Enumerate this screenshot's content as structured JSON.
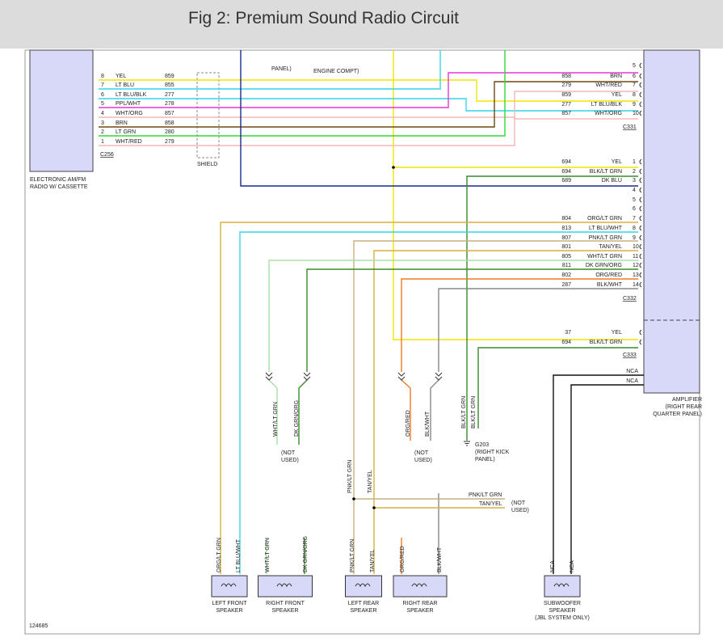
{
  "header": {
    "title": "Fig 2: Premium Sound Radio Circuit"
  },
  "radio": {
    "label_line1": "ELECTRONIC AM/FM",
    "label_line2": "RADIO W/ CASSETTE",
    "connector": "C256",
    "shield_label": "SHIELD",
    "pins": [
      {
        "pin": "8",
        "color": "YEL",
        "circuit": "859"
      },
      {
        "pin": "7",
        "color": "LT BLU",
        "circuit": "855"
      },
      {
        "pin": "6",
        "color": "LT BLU/BLK",
        "circuit": "277"
      },
      {
        "pin": "5",
        "color": "PPL/WHT",
        "circuit": "278"
      },
      {
        "pin": "4",
        "color": "WHT/ORG",
        "circuit": "857"
      },
      {
        "pin": "3",
        "color": "BRN",
        "circuit": "858"
      },
      {
        "pin": "2",
        "color": "LT GRN",
        "circuit": "280"
      },
      {
        "pin": "1",
        "color": "WHT/RED",
        "circuit": "279"
      }
    ]
  },
  "top_labels": {
    "panel": "PANEL)",
    "engine": "ENGINE COMPT)"
  },
  "c331": {
    "name": "C331",
    "pins": [
      {
        "pin": "5",
        "circuit": "",
        "color": ""
      },
      {
        "pin": "6",
        "circuit": "858",
        "color": "BRN"
      },
      {
        "pin": "7",
        "circuit": "279",
        "color": "WHT/RED"
      },
      {
        "pin": "8",
        "circuit": "859",
        "color": "YEL"
      },
      {
        "pin": "9",
        "circuit": "277",
        "color": "LT BLU/BLK"
      },
      {
        "pin": "10",
        "circuit": "857",
        "color": "WHT/ORG"
      }
    ]
  },
  "c332": {
    "name": "C332",
    "pins": [
      {
        "pin": "1",
        "circuit": "694",
        "color": "YEL"
      },
      {
        "pin": "2",
        "circuit": "694",
        "color": "BLK/LT GRN"
      },
      {
        "pin": "3",
        "circuit": "689",
        "color": "DK BLU"
      },
      {
        "pin": "4",
        "circuit": "",
        "color": ""
      },
      {
        "pin": "5",
        "circuit": "",
        "color": ""
      },
      {
        "pin": "6",
        "circuit": "",
        "color": ""
      },
      {
        "pin": "7",
        "circuit": "804",
        "color": "ORG/LT GRN"
      },
      {
        "pin": "8",
        "circuit": "813",
        "color": "LT BLU/WHT"
      },
      {
        "pin": "9",
        "circuit": "807",
        "color": "PNK/LT GRN"
      },
      {
        "pin": "10",
        "circuit": "801",
        "color": "TAN/YEL"
      },
      {
        "pin": "11",
        "circuit": "805",
        "color": "WHT/LT GRN"
      },
      {
        "pin": "12",
        "circuit": "811",
        "color": "DK GRN/ORG"
      },
      {
        "pin": "13",
        "circuit": "802",
        "color": "ORG/RED"
      },
      {
        "pin": "14",
        "circuit": "287",
        "color": "BLK/WHT"
      }
    ]
  },
  "c333": {
    "name": "C333",
    "pins": [
      {
        "circuit": "37",
        "color": "YEL"
      },
      {
        "circuit": "694",
        "color": "BLK/LT GRN"
      }
    ]
  },
  "nca_lines": [
    "NCA",
    "NCA"
  ],
  "amplifier": {
    "line1": "AMPLIFIER",
    "line2": "(RIGHT REAR",
    "line3": "QUARTER PANEL)"
  },
  "ground": {
    "name": "G203",
    "line2": "(RIGHT KICK",
    "line3": "PANEL)",
    "wire1": "BLK/LT GRN",
    "wire2": "BLK/LT GRN"
  },
  "not_used": {
    "line1": "(NOT",
    "line2": "USED)"
  },
  "right_front_wires": [
    "WHT/LT GRN",
    "DK GRN/ORG"
  ],
  "right_rear_wires": [
    "ORG/RED",
    "BLK/WHT"
  ],
  "left_rear_junction": {
    "wire1": "PNK/LT GRN",
    "wire2": "TAN/YEL",
    "branch1": "PNK/LT GRN",
    "branch2": "TAN/YEL"
  },
  "speakers": [
    {
      "name1": "LEFT FRONT",
      "name2": "SPEAKER",
      "wire_a": "ORG/LT GRN",
      "wire_b": "LT BLU/WHT"
    },
    {
      "name1": "RIGHT FRONT",
      "name2": "SPEAKER",
      "wire_a": "WHT/LT GRN",
      "wire_b": "DK GRN/ORG"
    },
    {
      "name1": "LEFT REAR",
      "name2": "SPEAKER",
      "wire_a": "PNK/LT GRN",
      "wire_b": "TAN/YEL"
    },
    {
      "name1": "RIGHT REAR",
      "name2": "SPEAKER",
      "wire_a": "ORG/RED",
      "wire_b": "BLK/WHT"
    },
    {
      "name1": "SUBWOOFER",
      "name2": "SPEAKER",
      "name3": "(JBL SYSTEM ONLY)",
      "wire_a": "NCA",
      "wire_b": "NCA"
    }
  ],
  "figure_number": "124685",
  "colors": {
    "yellow": "#f2e300",
    "lt_blu": "#35d6e8",
    "magenta": "#e535d8",
    "brown": "#6b4a10",
    "lt_grn": "#2fd93a",
    "wht_red": "#f0b8b8",
    "dk_blu": "#1a2a8a",
    "green": "#3a8a2a",
    "orange": "#ef7a20",
    "tan": "#c8b080",
    "wht_grn": "#a8e0a8",
    "gray": "#888888",
    "amp_fill": "#d8d8f8"
  }
}
